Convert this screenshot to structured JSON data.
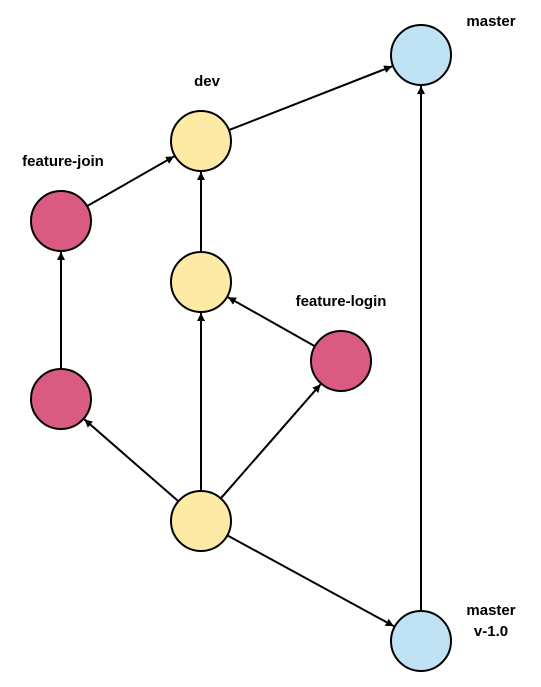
{
  "colors": {
    "master": "#bfe3f5",
    "dev": "#fdeba5",
    "feature": "#d95b82",
    "stroke": "#000000"
  },
  "nodes": [
    {
      "id": "master-head",
      "branch": "master"
    },
    {
      "id": "dev-head",
      "branch": "dev"
    },
    {
      "id": "dev-mid",
      "branch": "dev"
    },
    {
      "id": "dev-base",
      "branch": "dev"
    },
    {
      "id": "feature-join-head",
      "branch": "feature"
    },
    {
      "id": "feature-join-base",
      "branch": "feature"
    },
    {
      "id": "feature-login-node",
      "branch": "feature"
    },
    {
      "id": "master-v1",
      "branch": "master"
    }
  ],
  "edges": [
    {
      "from": "dev-base",
      "to": "feature-join-base"
    },
    {
      "from": "feature-join-base",
      "to": "feature-join-head"
    },
    {
      "from": "feature-join-head",
      "to": "dev-head"
    },
    {
      "from": "dev-base",
      "to": "dev-mid"
    },
    {
      "from": "dev-mid",
      "to": "dev-head"
    },
    {
      "from": "dev-base",
      "to": "feature-login-node"
    },
    {
      "from": "feature-login-node",
      "to": "dev-mid"
    },
    {
      "from": "dev-base",
      "to": "master-v1"
    },
    {
      "from": "master-v1",
      "to": "master-head"
    },
    {
      "from": "dev-head",
      "to": "master-head"
    }
  ],
  "labels": {
    "master": "master",
    "dev": "dev",
    "feature_join": "feature-join",
    "feature_login": "feature-login",
    "master_v1_line1": "master",
    "master_v1_line2": "v-1.0"
  }
}
